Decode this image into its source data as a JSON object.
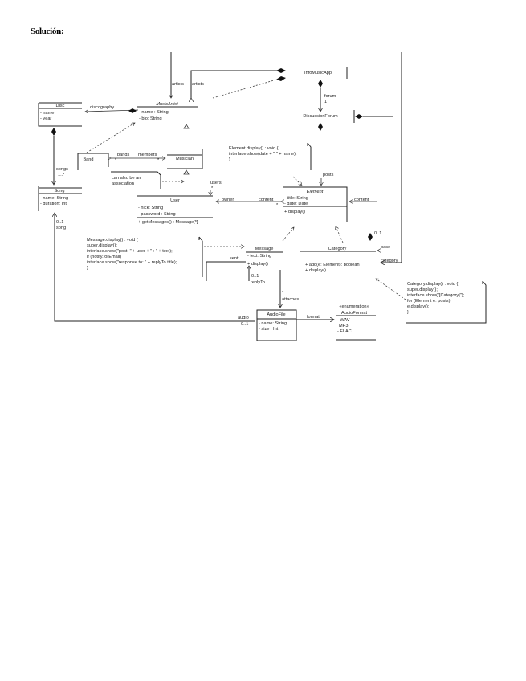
{
  "title": "Solución:",
  "classes": {
    "disc": {
      "name": "Disc",
      "attributes": [
        "- name",
        "- year"
      ]
    },
    "music_artist": {
      "name": "MusicArtist",
      "attributes": [
        "- name : String",
        "- bio: String"
      ]
    },
    "info_music_app": {
      "name": "InfoMusicApp"
    },
    "discussion_forum": {
      "name": "DiscussionForum"
    },
    "band": {
      "name": "Band"
    },
    "musician": {
      "name": "Musician"
    },
    "song": {
      "name": "Song",
      "attributes": [
        "- name: String",
        "- duration: Int"
      ]
    },
    "user": {
      "name": "User",
      "attributes": [
        "- nick: String",
        "- password : String"
      ],
      "operations": [
        "+ getMessages() : Message[*]"
      ]
    },
    "element": {
      "name": "Element",
      "attributes": [
        "- title: String",
        "- date: Date"
      ],
      "operations": [
        "+ display()"
      ]
    },
    "message": {
      "name": "Message",
      "attributes": [
        "- text: String"
      ],
      "operations": [
        "+ display()"
      ]
    },
    "category": {
      "name": "Category",
      "operations": [
        "+ add(e: Element): boolean",
        "+ display()"
      ]
    },
    "audio_file": {
      "name": "AudioFile",
      "attributes": [
        "- name: String",
        "- size : Int"
      ]
    },
    "audio_format": {
      "stereotype": "«enumeration»",
      "name": "AudioFormat",
      "literals": [
        "- WAV",
        "MP3",
        "- FLAC"
      ]
    }
  },
  "associations": {
    "artists_1": "artists",
    "artists_2": "artists",
    "discography": "discography",
    "forum": "forum",
    "forum_mult": "1",
    "bands": "bands",
    "bands_mult": "*",
    "members": "members",
    "members_mult": "*",
    "songs": "songs",
    "songs_mult": "1..*",
    "users": "users",
    "users_mult": "*",
    "owner": "owner",
    "content_1": "content",
    "content_mult": "*",
    "posts": "posts",
    "content_2": "content",
    "base": "base",
    "base_mult": "0..1",
    "category": "category",
    "sent": "sent",
    "reply_mult": "0..1",
    "reply_to": "replyTo",
    "attaches_mult": "*",
    "attaches": "attaches",
    "song_mult": "0..1",
    "song": "song",
    "audio": "audio",
    "audio_mult": "0..1",
    "format": "format"
  },
  "notes": {
    "association_note": [
      "can also be an",
      "association"
    ],
    "element_display": [
      "Element.display() : void {",
      "  interface.show(date + \" \" + name);",
      "}"
    ],
    "message_display": [
      "Message.display() : void {",
      "  super.display();",
      "  interface.show(\"post: \" + user + \" : \" + text);",
      "  if (notify.forEmail)",
      "    interface.show(\"response to: \" + replyTo.title);",
      "}"
    ],
    "category_display": [
      "Category.display() : void {",
      "  super.display();",
      "  interface.show(\"[Category]\");",
      "  for (Element e: posts)",
      "    e.display();",
      "}"
    ]
  }
}
